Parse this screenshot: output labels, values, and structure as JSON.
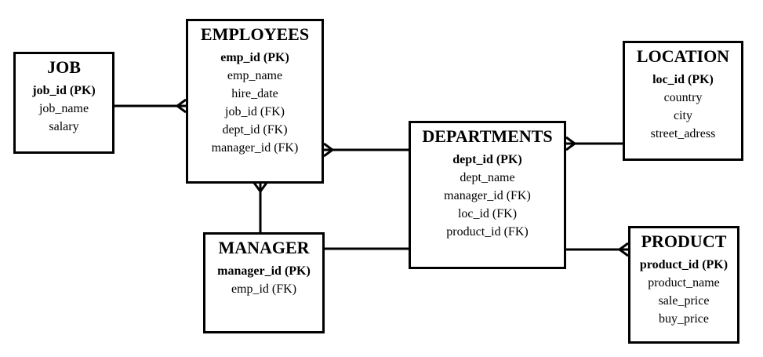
{
  "entities": {
    "job": {
      "title": "JOB",
      "fields": [
        "job_id (PK)",
        "job_name",
        "salary"
      ]
    },
    "employees": {
      "title": "EMPLOYEES",
      "fields": [
        "emp_id (PK)",
        "emp_name",
        "hire_date",
        "job_id (FK)",
        "dept_id (FK)",
        "manager_id (FK)"
      ]
    },
    "location": {
      "title": "LOCATION",
      "fields": [
        "loc_id (PK)",
        "country",
        "city",
        "street_adress"
      ]
    },
    "departments": {
      "title": "DEPARTMENTS",
      "fields": [
        "dept_id (PK)",
        "dept_name",
        "manager_id (FK)",
        "loc_id (FK)",
        "product_id (FK)"
      ]
    },
    "manager": {
      "title": "MANAGER",
      "fields": [
        "manager_id (PK)",
        "emp_id (FK)"
      ]
    },
    "product": {
      "title": "PRODUCT",
      "fields": [
        "product_id (PK)",
        "product_name",
        "sale_price",
        "buy_price"
      ]
    }
  },
  "relationships": [
    {
      "name": "rel-job-employees",
      "from": "JOB",
      "to": "EMPLOYEES",
      "many_end": "EMPLOYEES"
    },
    {
      "name": "rel-employees-departments",
      "from": "EMPLOYEES",
      "to": "DEPARTMENTS",
      "many_end": "EMPLOYEES"
    },
    {
      "name": "rel-employees-manager",
      "from": "EMPLOYEES",
      "to": "MANAGER",
      "many_end": "EMPLOYEES"
    },
    {
      "name": "rel-manager-departments",
      "from": "MANAGER",
      "to": "DEPARTMENTS",
      "many_end": "none"
    },
    {
      "name": "rel-departments-location",
      "from": "DEPARTMENTS",
      "to": "LOCATION",
      "many_end": "DEPARTMENTS"
    },
    {
      "name": "rel-departments-product",
      "from": "DEPARTMENTS",
      "to": "PRODUCT",
      "many_end": "PRODUCT"
    }
  ]
}
